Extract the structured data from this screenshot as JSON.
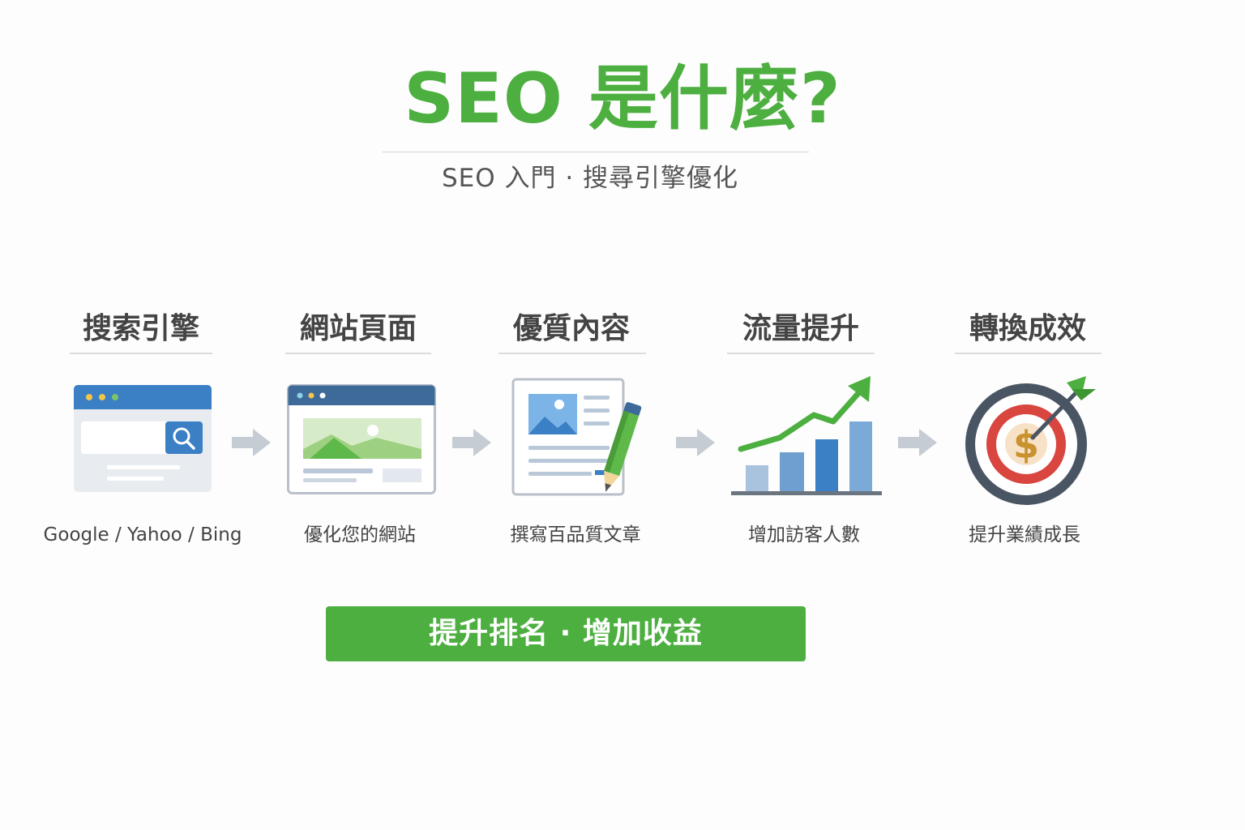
{
  "title": "SEO 是什麼?",
  "subtitle": "SEO 入門 · 搜尋引擎優化",
  "steps": [
    {
      "title": "搜索引擎",
      "caption": "Google / Yahoo / Bing",
      "icon": "search-browser-icon"
    },
    {
      "title": "網站頁面",
      "caption": "優化您的網站",
      "icon": "webpage-icon"
    },
    {
      "title": "優質內容",
      "caption": "撰寫百品質文章",
      "icon": "article-pencil-icon"
    },
    {
      "title": "流量提升",
      "caption": "增加訪客人數",
      "icon": "growth-chart-icon"
    },
    {
      "title": "轉換成效",
      "caption": "提升業績成長",
      "icon": "target-dollar-icon"
    }
  ],
  "cta_label": "提升排名 · 增加收益",
  "colors": {
    "green": "#4caf3f",
    "blue": "#3b7fc4",
    "arrow_gray": "#c5ccd4",
    "target_red": "#d9453f",
    "target_dark": "#4a5563"
  },
  "icon_dollar": "$"
}
